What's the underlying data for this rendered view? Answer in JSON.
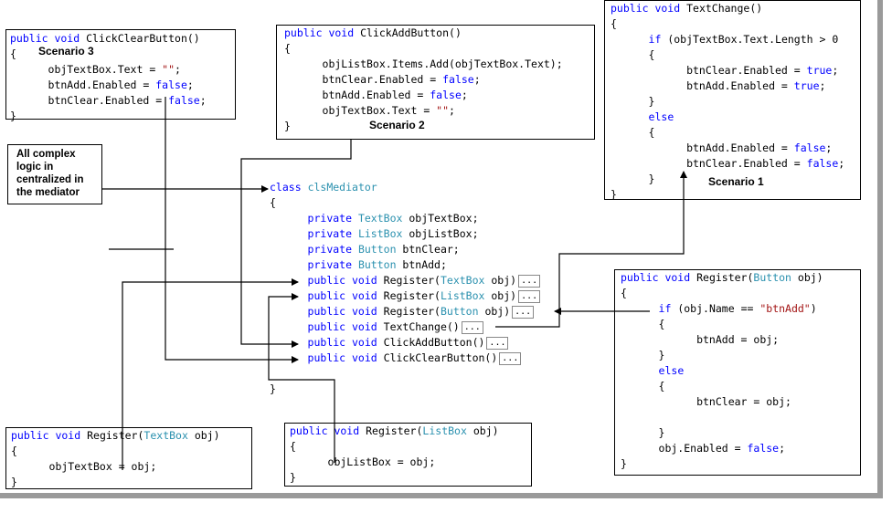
{
  "boxes": {
    "clear_button": {
      "lines": [
        [
          {
            "t": "public void",
            "c": "kw"
          },
          {
            "t": " ClickClearButton()"
          }
        ],
        [
          {
            "t": "{"
          }
        ],
        [
          {
            "t": "      objTextBox.Text = "
          },
          {
            "t": "\"\"",
            "c": "st"
          },
          {
            "t": ";"
          }
        ],
        [
          {
            "t": "      btnAdd.Enabled = "
          },
          {
            "t": "false",
            "c": "kw"
          },
          {
            "t": ";"
          }
        ],
        [
          {
            "t": "      btnClear.Enabled = "
          },
          {
            "t": "false",
            "c": "kw"
          },
          {
            "t": ";"
          }
        ],
        [
          {
            "t": "}"
          }
        ]
      ]
    },
    "add_button": {
      "lines": [
        [
          {
            "t": "public void",
            "c": "kw"
          },
          {
            "t": " ClickAddButton()"
          }
        ],
        [
          {
            "t": "{"
          }
        ],
        [
          {
            "t": "      objListBox.Items.Add(objTextBox.Text);"
          }
        ],
        [
          {
            "t": "      btnClear.Enabled = "
          },
          {
            "t": "false",
            "c": "kw"
          },
          {
            "t": ";"
          }
        ],
        [
          {
            "t": "      btnAdd.Enabled = "
          },
          {
            "t": "false",
            "c": "kw"
          },
          {
            "t": ";"
          }
        ],
        [
          {
            "t": "      objTextBox.Text = "
          },
          {
            "t": "\"\"",
            "c": "st"
          },
          {
            "t": ";"
          }
        ],
        [
          {
            "t": "}"
          }
        ]
      ]
    },
    "text_change": {
      "lines": [
        [
          {
            "t": "public void",
            "c": "kw"
          },
          {
            "t": " TextChange()"
          }
        ],
        [
          {
            "t": "{"
          }
        ],
        [
          {
            "t": "      "
          },
          {
            "t": "if",
            "c": "kw"
          },
          {
            "t": " (objTextBox.Text.Length > 0"
          }
        ],
        [
          {
            "t": "      {"
          }
        ],
        [
          {
            "t": "            btnClear.Enabled = "
          },
          {
            "t": "true",
            "c": "kw"
          },
          {
            "t": ";"
          }
        ],
        [
          {
            "t": "            btnAdd.Enabled = "
          },
          {
            "t": "true",
            "c": "kw"
          },
          {
            "t": ";"
          }
        ],
        [
          {
            "t": "      }"
          }
        ],
        [
          {
            "t": "      "
          },
          {
            "t": "else",
            "c": "kw"
          }
        ],
        [
          {
            "t": "      {"
          }
        ],
        [
          {
            "t": "            btnAdd.Enabled = "
          },
          {
            "t": "false",
            "c": "kw"
          },
          {
            "t": ";"
          }
        ],
        [
          {
            "t": "            btnClear.Enabled = "
          },
          {
            "t": "false",
            "c": "kw"
          },
          {
            "t": ";"
          }
        ],
        [
          {
            "t": "      }"
          }
        ],
        [
          {
            "t": "}"
          }
        ]
      ]
    },
    "mediator": {
      "lines": [
        [
          {
            "t": "class",
            "c": "kw"
          },
          {
            "t": " "
          },
          {
            "t": "clsMediator",
            "c": "ty"
          }
        ],
        [
          {
            "t": "{"
          }
        ],
        [
          {
            "t": "      "
          },
          {
            "t": "private",
            "c": "kw"
          },
          {
            "t": " "
          },
          {
            "t": "TextBox",
            "c": "ty"
          },
          {
            "t": " objTextBox;"
          }
        ],
        [
          {
            "t": "      "
          },
          {
            "t": "private",
            "c": "kw"
          },
          {
            "t": " "
          },
          {
            "t": "ListBox",
            "c": "ty"
          },
          {
            "t": " objListBox;"
          }
        ],
        [
          {
            "t": "      "
          },
          {
            "t": "private",
            "c": "kw"
          },
          {
            "t": " "
          },
          {
            "t": "Button",
            "c": "ty"
          },
          {
            "t": " btnClear;"
          }
        ],
        [
          {
            "t": "      "
          },
          {
            "t": "private",
            "c": "kw"
          },
          {
            "t": " "
          },
          {
            "t": "Button",
            "c": "ty"
          },
          {
            "t": " btnAdd;"
          }
        ],
        [
          {
            "t": "      "
          },
          {
            "t": "public void",
            "c": "kw"
          },
          {
            "t": " Register("
          },
          {
            "t": "TextBox",
            "c": "ty"
          },
          {
            "t": " obj)"
          },
          {
            "t": "...",
            "c": "fold"
          }
        ],
        [
          {
            "t": "      "
          },
          {
            "t": "public void",
            "c": "kw"
          },
          {
            "t": " Register("
          },
          {
            "t": "ListBox",
            "c": "ty"
          },
          {
            "t": " obj)"
          },
          {
            "t": "...",
            "c": "fold"
          }
        ],
        [
          {
            "t": "      "
          },
          {
            "t": "public void",
            "c": "kw"
          },
          {
            "t": " Register("
          },
          {
            "t": "Button",
            "c": "ty"
          },
          {
            "t": " obj)"
          },
          {
            "t": "...",
            "c": "fold"
          }
        ],
        [
          {
            "t": "      "
          },
          {
            "t": "public void",
            "c": "kw"
          },
          {
            "t": " TextChange()"
          },
          {
            "t": "...",
            "c": "fold"
          }
        ],
        [
          {
            "t": "      "
          },
          {
            "t": "public void",
            "c": "kw"
          },
          {
            "t": " ClickAddButton()"
          },
          {
            "t": "...",
            "c": "fold"
          }
        ],
        [
          {
            "t": "      "
          },
          {
            "t": "public void",
            "c": "kw"
          },
          {
            "t": " ClickClearButton()"
          },
          {
            "t": "...",
            "c": "fold"
          }
        ],
        [
          {
            "t": ""
          }
        ],
        [
          {
            "t": "}"
          }
        ]
      ]
    },
    "register_button": {
      "lines": [
        [
          {
            "t": "public void",
            "c": "kw"
          },
          {
            "t": " Register("
          },
          {
            "t": "Button",
            "c": "ty"
          },
          {
            "t": " obj)"
          }
        ],
        [
          {
            "t": "{"
          }
        ],
        [
          {
            "t": "      "
          },
          {
            "t": "if",
            "c": "kw"
          },
          {
            "t": " (obj.Name == "
          },
          {
            "t": "\"btnAdd\"",
            "c": "st"
          },
          {
            "t": ")"
          }
        ],
        [
          {
            "t": "      {"
          }
        ],
        [
          {
            "t": "            btnAdd = obj;"
          }
        ],
        [
          {
            "t": "      }"
          }
        ],
        [
          {
            "t": "      "
          },
          {
            "t": "else",
            "c": "kw"
          }
        ],
        [
          {
            "t": "      {"
          }
        ],
        [
          {
            "t": "            btnClear = obj;"
          }
        ],
        [
          {
            "t": ""
          }
        ],
        [
          {
            "t": "      }"
          }
        ],
        [
          {
            "t": "      obj.Enabled = "
          },
          {
            "t": "false",
            "c": "kw"
          },
          {
            "t": ";"
          }
        ],
        [
          {
            "t": "}"
          }
        ]
      ]
    },
    "register_textbox": {
      "lines": [
        [
          {
            "t": "public void",
            "c": "kw"
          },
          {
            "t": " Register("
          },
          {
            "t": "TextBox",
            "c": "ty"
          },
          {
            "t": " obj)"
          }
        ],
        [
          {
            "t": "{"
          }
        ],
        [
          {
            "t": "      objTextBox = obj;"
          }
        ],
        [
          {
            "t": "}"
          }
        ]
      ]
    },
    "register_listbox": {
      "lines": [
        [
          {
            "t": "public void",
            "c": "kw"
          },
          {
            "t": " Register("
          },
          {
            "t": "ListBox",
            "c": "ty"
          },
          {
            "t": " obj)"
          }
        ],
        [
          {
            "t": "{"
          }
        ],
        [
          {
            "t": "      objListBox = obj;"
          }
        ],
        [
          {
            "t": "}"
          }
        ]
      ]
    }
  },
  "labels": {
    "scenario3": "Scenario 3",
    "scenario2": "Scenario 2",
    "scenario1": "Scenario 1"
  },
  "note": "All complex\nlogic in\ncentralized in\nthe mediator",
  "colors": {
    "keyword": "#0000ff",
    "type": "#2b91af",
    "string": "#a31515",
    "text": "#000000"
  }
}
